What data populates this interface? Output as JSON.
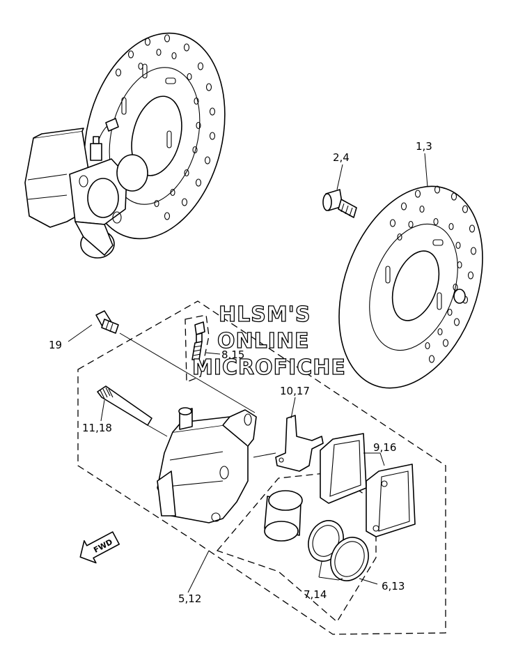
{
  "watermark": {
    "line1": "HLSM'S",
    "line2": "ONLINE",
    "line3": "MICROFICHE"
  },
  "fwd_label": "FWD",
  "callouts": {
    "c_1_3": "1,3",
    "c_2_4": "2,4",
    "c_19": "19",
    "c_8_15": "8,15",
    "c_10_17": "10,17",
    "c_11_18": "11,18",
    "c_9_16": "9,16",
    "c_5_12": "5,12",
    "c_7_14": "7,14",
    "c_6_13": "6,13"
  }
}
